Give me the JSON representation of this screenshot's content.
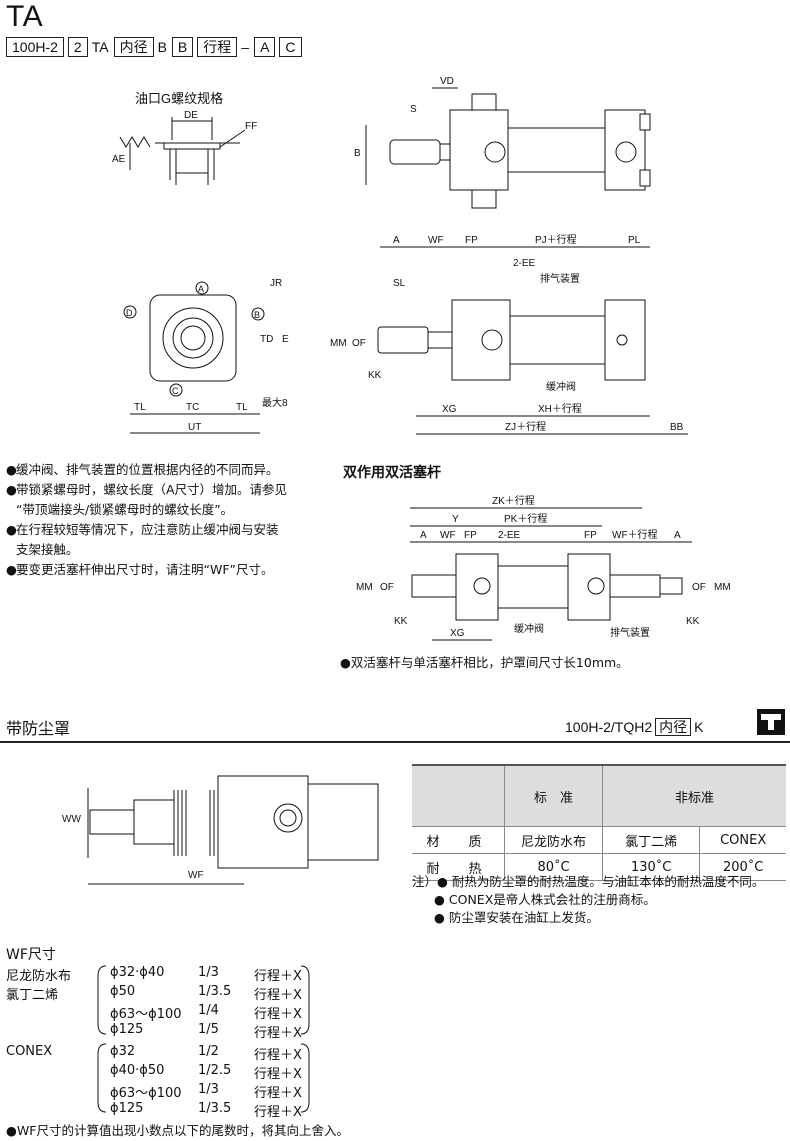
{
  "header": {
    "title": "TA",
    "model_parts": [
      {
        "text": "100H-2",
        "boxed": true
      },
      {
        "text": "2",
        "boxed": true
      },
      {
        "text": "TA",
        "boxed": false
      },
      {
        "text": "内径",
        "boxed": true
      },
      {
        "text": "B",
        "boxed": false
      },
      {
        "text": "B",
        "boxed": true
      },
      {
        "text": "行程",
        "boxed": true
      },
      {
        "text": "–",
        "boxed": false
      },
      {
        "text": "A",
        "boxed": true
      },
      {
        "text": "C",
        "boxed": true
      }
    ]
  },
  "port_detail": {
    "title": "油口G螺纹规格",
    "labels": [
      "DE",
      "FF",
      "AE"
    ]
  },
  "top_view": {
    "labels": [
      "VD",
      "S",
      "B"
    ]
  },
  "side_view": {
    "labels": [
      "A",
      "WF",
      "FP",
      "PJ＋行程",
      "PL",
      "2-EE",
      "排气装置",
      "SL",
      "MM",
      "OF",
      "KK",
      "缓冲阀",
      "XG",
      "XH＋行程",
      "ZJ＋行程",
      "BB"
    ]
  },
  "end_view": {
    "labels": [
      "A",
      "B",
      "C",
      "D",
      "JR",
      "TD",
      "E",
      "TL",
      "TC",
      "TL",
      "最大8",
      "UT"
    ]
  },
  "notes": [
    {
      "bullet": "●",
      "text": "缓冲阀、排气装置的位置根据内径的不同而异。"
    },
    {
      "bullet": "●",
      "text": "带锁紧螺母时，螺纹长度（A尺寸）增加。请参见"
    },
    {
      "bullet": "",
      "text": "“带顶端接头/锁紧螺母时的螺纹长度”。"
    },
    {
      "bullet": "●",
      "text": "在行程较短等情况下，应注意防止缓冲阀与安装"
    },
    {
      "bullet": "",
      "text": "支架接触。"
    },
    {
      "bullet": "●",
      "text": "要变更活塞杆伸出尺寸时，请注明“WF”尺寸。"
    }
  ],
  "double_rod": {
    "title": "双作用双活塞杆",
    "labels": [
      "ZK＋行程",
      "Y",
      "PK＋行程",
      "A",
      "WF",
      "FP",
      "2-EE",
      "FP",
      "WF＋行程",
      "A",
      "MM",
      "OF",
      "OF",
      "MM",
      "KK",
      "XG",
      "缓冲阀",
      "排气装置",
      "KK"
    ],
    "note": "●双活塞杆与单活塞杆相比，护罩间尺寸长10mm。"
  },
  "boot_section": {
    "title": "带防尘罩",
    "model_prefix": "100H-2/TQH2",
    "model_box": "内径",
    "model_suffix": "K",
    "diagram_labels": [
      "WW",
      "WF"
    ]
  },
  "spec_table": {
    "headers": [
      "",
      "标　准",
      "非标准"
    ],
    "rows": [
      {
        "label": "材　质",
        "values": [
          "尼龙防水布",
          "氯丁二烯",
          "CONEX"
        ]
      },
      {
        "label": "耐　热",
        "values": [
          "80˚C",
          "130˚C",
          "200˚C"
        ]
      }
    ],
    "notes": [
      "注）● 耐热为防尘罩的耐热温度。与油缸本体的耐热温度不同。",
      "● CONEX是帝人株式会社的注册商标。",
      "● 防尘罩安装在油缸上发货。"
    ]
  },
  "wf_size": {
    "title": "WF尺寸",
    "groups": [
      {
        "materials": [
          "尼龙防水布",
          "氯丁二烯"
        ],
        "rows": [
          {
            "bore": "ϕ32·ϕ40",
            "ratio": "1/3",
            "formula": "行程＋X"
          },
          {
            "bore": "ϕ50",
            "ratio": "1/3.5",
            "formula": "行程＋X"
          },
          {
            "bore": "ϕ63～ϕ100",
            "ratio": "1/4",
            "formula": "行程＋X"
          },
          {
            "bore": "ϕ125",
            "ratio": "1/5",
            "formula": "行程＋X"
          }
        ]
      },
      {
        "materials": [
          "CONEX"
        ],
        "rows": [
          {
            "bore": "ϕ32",
            "ratio": "1/2",
            "formula": "行程＋X"
          },
          {
            "bore": "ϕ40·ϕ50",
            "ratio": "1/2.5",
            "formula": "行程＋X"
          },
          {
            "bore": "ϕ63～ϕ100",
            "ratio": "1/3",
            "formula": "行程＋X"
          },
          {
            "bore": "ϕ125",
            "ratio": "1/3.5",
            "formula": "行程＋X"
          }
        ]
      }
    ],
    "footnote": "●WF尺寸的计算值出现小数点以下的尾数时，将其向上舍入。"
  }
}
